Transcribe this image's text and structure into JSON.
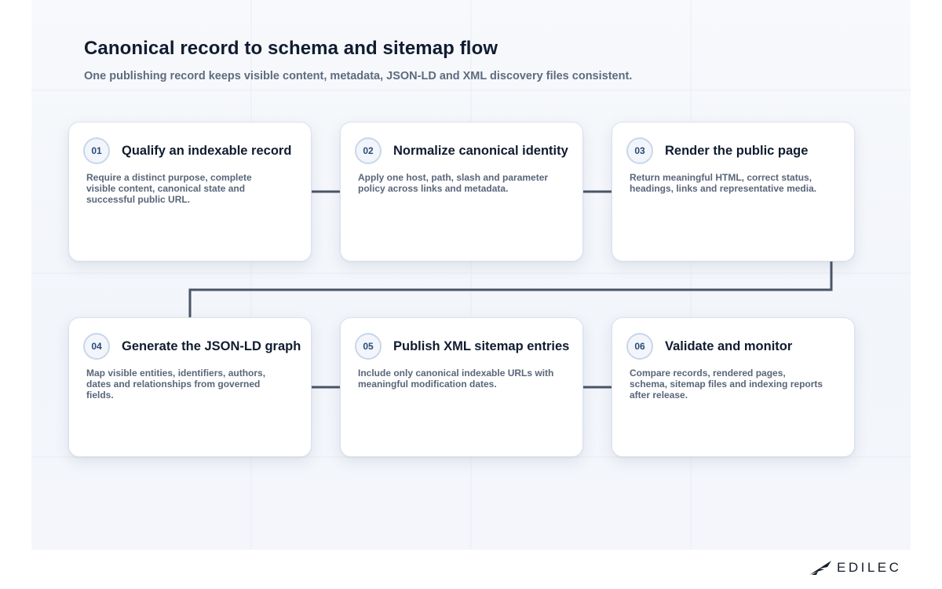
{
  "header": {
    "title": "Canonical record to schema and sitemap flow",
    "subtitle": "One publishing record keeps visible content, metadata, JSON-LD and XML discovery files consistent."
  },
  "steps": [
    {
      "number": "01",
      "title": "Qualify an indexable record",
      "description": "Require a distinct purpose, complete visible content, canonical state and successful public URL."
    },
    {
      "number": "02",
      "title": "Normalize canonical identity",
      "description": "Apply one host, path, slash and parameter policy across links and metadata."
    },
    {
      "number": "03",
      "title": "Render the public page",
      "description": "Return meaningful HTML, correct status, headings, links and representative media."
    },
    {
      "number": "04",
      "title": "Generate the JSON-LD graph",
      "description": "Map visible entities, identifiers, authors, dates and relationships from governed fields."
    },
    {
      "number": "05",
      "title": "Publish XML sitemap entries",
      "description": "Include only canonical indexable URLs with meaningful modification dates."
    },
    {
      "number": "06",
      "title": "Validate and monitor",
      "description": "Compare records, rendered pages, schema, sitemap files and indexing reports after release."
    }
  ],
  "brand": {
    "name": "EDILEC",
    "logo_icon": "edilec-wing-icon"
  },
  "colors": {
    "connector": "#4a5568",
    "badge_text": "#2c4a78",
    "title_text": "#101c2f",
    "body_text": "#5a6679"
  }
}
